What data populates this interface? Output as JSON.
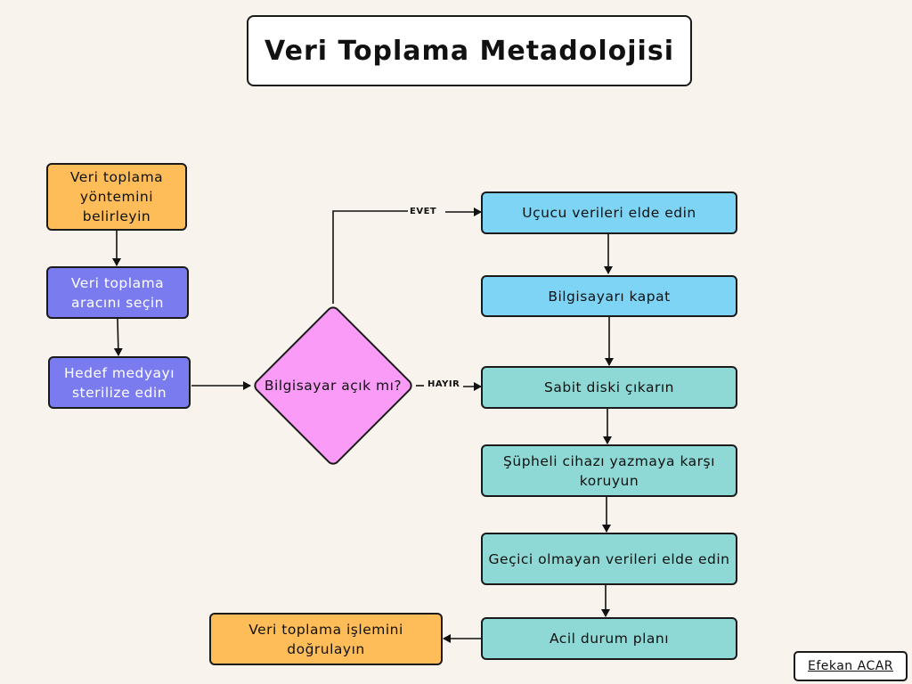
{
  "title": "Veri Toplama Metadolojisi",
  "nodes": {
    "determine_method": "Veri toplama yöntemini belirleyin",
    "select_tool": "Veri toplama aracını seçin",
    "sterilize_media": "Hedef medyayı sterilize edin",
    "decision": "Bilgisayar açık mı?",
    "volatile_data": "Uçucu verileri elde edin",
    "shutdown": "Bilgisayarı kapat",
    "remove_disk": "Sabit diski çıkarın",
    "write_protect": "Şüpheli cihazı yazmaya karşı koruyun",
    "nonvolatile_data": "Geçici olmayan verileri elde edin",
    "contingency": "Acil durum planı",
    "verify": "Veri toplama işlemini doğrulayın"
  },
  "edge_labels": {
    "yes": "EVET",
    "no": "HAYIR"
  },
  "author": "Efekan ACAR",
  "colors": {
    "background": "#f8f3ec",
    "orange": "#ffbd59",
    "purple": "#7b7bf0",
    "blue": "#7dd4f5",
    "teal": "#8ed9d5",
    "pink": "#fa9bf7"
  }
}
